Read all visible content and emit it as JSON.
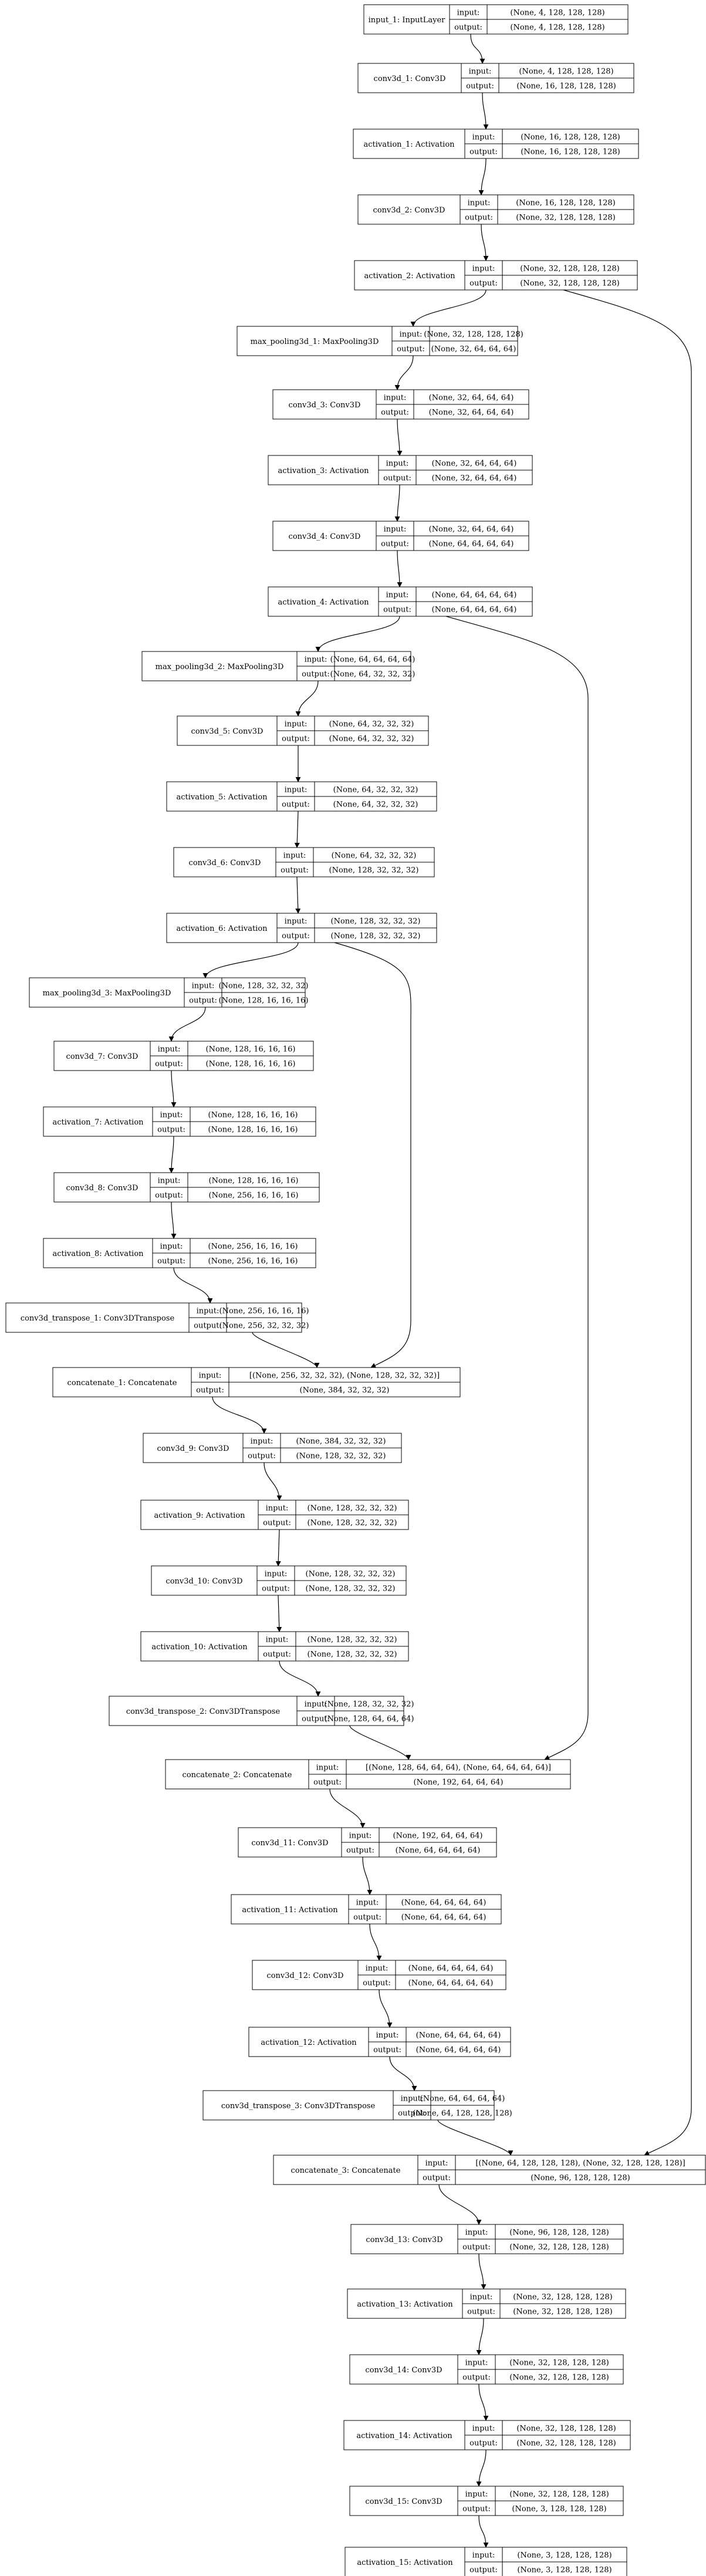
{
  "nodes": [
    {
      "id": "n1",
      "label": "input_1: InputLayer",
      "input": "(None, 4, 128, 128, 128)",
      "output": "(None, 4, 128, 128, 128)"
    },
    {
      "id": "n2",
      "label": "conv3d_1: Conv3D",
      "input": "(None, 4, 128, 128, 128)",
      "output": "(None, 16, 128, 128, 128)"
    },
    {
      "id": "n3",
      "label": "activation_1: Activation",
      "input": "(None, 16, 128, 128, 128)",
      "output": "(None, 16, 128, 128, 128)"
    },
    {
      "id": "n4",
      "label": "conv3d_2: Conv3D",
      "input": "(None, 16, 128, 128, 128)",
      "output": "(None, 32, 128, 128, 128)"
    },
    {
      "id": "n5",
      "label": "activation_2: Activation",
      "input": "(None, 32, 128, 128, 128)",
      "output": "(None, 32, 128, 128, 128)"
    },
    {
      "id": "n6",
      "label": "max_pooling3d_1: MaxPooling3D",
      "input": "(None, 32, 128, 128, 128)",
      "output": "(None, 32, 64, 64, 64)"
    },
    {
      "id": "n7",
      "label": "conv3d_3: Conv3D",
      "input": "(None, 32, 64, 64, 64)",
      "output": "(None, 32, 64, 64, 64)"
    },
    {
      "id": "n8",
      "label": "activation_3: Activation",
      "input": "(None, 32, 64, 64, 64)",
      "output": "(None, 32, 64, 64, 64)"
    },
    {
      "id": "n9",
      "label": "conv3d_4: Conv3D",
      "input": "(None, 32, 64, 64, 64)",
      "output": "(None, 64, 64, 64, 64)"
    },
    {
      "id": "n10",
      "label": "activation_4: Activation",
      "input": "(None, 64, 64, 64, 64)",
      "output": "(None, 64, 64, 64, 64)"
    },
    {
      "id": "n11",
      "label": "max_pooling3d_2: MaxPooling3D",
      "input": "(None, 64, 64, 64, 64)",
      "output": "(None, 64, 32, 32, 32)"
    },
    {
      "id": "n12",
      "label": "conv3d_5: Conv3D",
      "input": "(None, 64, 32, 32, 32)",
      "output": "(None, 64, 32, 32, 32)"
    },
    {
      "id": "n13",
      "label": "activation_5: Activation",
      "input": "(None, 64, 32, 32, 32)",
      "output": "(None, 64, 32, 32, 32)"
    },
    {
      "id": "n14",
      "label": "conv3d_6: Conv3D",
      "input": "(None, 64, 32, 32, 32)",
      "output": "(None, 128, 32, 32, 32)"
    },
    {
      "id": "n15",
      "label": "activation_6: Activation",
      "input": "(None, 128, 32, 32, 32)",
      "output": "(None, 128, 32, 32, 32)"
    },
    {
      "id": "n16",
      "label": "max_pooling3d_3: MaxPooling3D",
      "input": "(None, 128, 32, 32, 32)",
      "output": "(None, 128, 16, 16, 16)"
    },
    {
      "id": "n17",
      "label": "conv3d_7: Conv3D",
      "input": "(None, 128, 16, 16, 16)",
      "output": "(None, 128, 16, 16, 16)"
    },
    {
      "id": "n18",
      "label": "activation_7: Activation",
      "input": "(None, 128, 16, 16, 16)",
      "output": "(None, 128, 16, 16, 16)"
    },
    {
      "id": "n19",
      "label": "conv3d_8: Conv3D",
      "input": "(None, 128, 16, 16, 16)",
      "output": "(None, 256, 16, 16, 16)"
    },
    {
      "id": "n20",
      "label": "activation_8: Activation",
      "input": "(None, 256, 16, 16, 16)",
      "output": "(None, 256, 16, 16, 16)"
    },
    {
      "id": "n21",
      "label": "conv3d_transpose_1: Conv3DTranspose",
      "input": "(None, 256, 16, 16, 16)",
      "output": "(None, 256, 32, 32, 32)"
    },
    {
      "id": "n22",
      "label": "concatenate_1: Concatenate",
      "input": "[(None, 256, 32, 32, 32), (None, 128, 32, 32, 32)]",
      "output": "(None, 384, 32, 32, 32)"
    },
    {
      "id": "n23",
      "label": "conv3d_9: Conv3D",
      "input": "(None, 384, 32, 32, 32)",
      "output": "(None, 128, 32, 32, 32)"
    },
    {
      "id": "n24",
      "label": "activation_9: Activation",
      "input": "(None, 128, 32, 32, 32)",
      "output": "(None, 128, 32, 32, 32)"
    },
    {
      "id": "n25",
      "label": "conv3d_10: Conv3D",
      "input": "(None, 128, 32, 32, 32)",
      "output": "(None, 128, 32, 32, 32)"
    },
    {
      "id": "n26",
      "label": "activation_10: Activation",
      "input": "(None, 128, 32, 32, 32)",
      "output": "(None, 128, 32, 32, 32)"
    },
    {
      "id": "n27",
      "label": "conv3d_transpose_2: Conv3DTranspose",
      "input": "(None, 128, 32, 32, 32)",
      "output": "(None, 128, 64, 64, 64)"
    },
    {
      "id": "n28",
      "label": "concatenate_2: Concatenate",
      "input": "[(None, 128, 64, 64, 64), (None, 64, 64, 64, 64)]",
      "output": "(None, 192, 64, 64, 64)"
    },
    {
      "id": "n29",
      "label": "conv3d_11: Conv3D",
      "input": "(None, 192, 64, 64, 64)",
      "output": "(None, 64, 64, 64, 64)"
    },
    {
      "id": "n30",
      "label": "activation_11: Activation",
      "input": "(None, 64, 64, 64, 64)",
      "output": "(None, 64, 64, 64, 64)"
    },
    {
      "id": "n31",
      "label": "conv3d_12: Conv3D",
      "input": "(None, 64, 64, 64, 64)",
      "output": "(None, 64, 64, 64, 64)"
    },
    {
      "id": "n32",
      "label": "activation_12: Activation",
      "input": "(None, 64, 64, 64, 64)",
      "output": "(None, 64, 64, 64, 64)"
    },
    {
      "id": "n33",
      "label": "conv3d_transpose_3: Conv3DTranspose",
      "input": "(None, 64, 64, 64, 64)",
      "output": "(None, 64, 128, 128, 128)"
    },
    {
      "id": "n34",
      "label": "concatenate_3: Concatenate",
      "input": "[(None, 64, 128, 128, 128), (None, 32, 128, 128, 128)]",
      "output": "(None, 96, 128, 128, 128)"
    },
    {
      "id": "n35",
      "label": "conv3d_13: Conv3D",
      "input": "(None, 96, 128, 128, 128)",
      "output": "(None, 32, 128, 128, 128)"
    },
    {
      "id": "n36",
      "label": "activation_13: Activation",
      "input": "(None, 32, 128, 128, 128)",
      "output": "(None, 32, 128, 128, 128)"
    },
    {
      "id": "n37",
      "label": "conv3d_14: Conv3D",
      "input": "(None, 32, 128, 128, 128)",
      "output": "(None, 32, 128, 128, 128)"
    },
    {
      "id": "n38",
      "label": "activation_14: Activation",
      "input": "(None, 32, 128, 128, 128)",
      "output": "(None, 32, 128, 128, 128)"
    },
    {
      "id": "n39",
      "label": "conv3d_15: Conv3D",
      "input": "(None, 32, 128, 128, 128)",
      "output": "(None, 3, 128, 128, 128)"
    },
    {
      "id": "n40",
      "label": "activation_15: Activation",
      "input": "(None, 3, 128, 128, 128)",
      "output": "(None, 3, 128, 128, 128)"
    }
  ],
  "port_labels": {
    "input": "input:",
    "output": "output:"
  },
  "edges": [
    [
      "n1",
      "n2"
    ],
    [
      "n2",
      "n3"
    ],
    [
      "n3",
      "n4"
    ],
    [
      "n4",
      "n5"
    ],
    [
      "n5",
      "n6"
    ],
    [
      "n6",
      "n7"
    ],
    [
      "n7",
      "n8"
    ],
    [
      "n8",
      "n9"
    ],
    [
      "n9",
      "n10"
    ],
    [
      "n10",
      "n11"
    ],
    [
      "n11",
      "n12"
    ],
    [
      "n12",
      "n13"
    ],
    [
      "n13",
      "n14"
    ],
    [
      "n14",
      "n15"
    ],
    [
      "n15",
      "n16"
    ],
    [
      "n16",
      "n17"
    ],
    [
      "n17",
      "n18"
    ],
    [
      "n18",
      "n19"
    ],
    [
      "n19",
      "n20"
    ],
    [
      "n20",
      "n21"
    ],
    [
      "n21",
      "n22"
    ],
    [
      "n15",
      "n22"
    ],
    [
      "n22",
      "n23"
    ],
    [
      "n23",
      "n24"
    ],
    [
      "n24",
      "n25"
    ],
    [
      "n25",
      "n26"
    ],
    [
      "n26",
      "n27"
    ],
    [
      "n27",
      "n28"
    ],
    [
      "n10",
      "n28"
    ],
    [
      "n28",
      "n29"
    ],
    [
      "n29",
      "n30"
    ],
    [
      "n30",
      "n31"
    ],
    [
      "n31",
      "n32"
    ],
    [
      "n32",
      "n33"
    ],
    [
      "n33",
      "n34"
    ],
    [
      "n5",
      "n34"
    ],
    [
      "n34",
      "n35"
    ],
    [
      "n35",
      "n36"
    ],
    [
      "n36",
      "n37"
    ],
    [
      "n37",
      "n38"
    ],
    [
      "n38",
      "n39"
    ],
    [
      "n39",
      "n40"
    ]
  ],
  "colors": {
    "line": "#000000",
    "box_fill": "#ffffff",
    "background": "#ffffff"
  }
}
